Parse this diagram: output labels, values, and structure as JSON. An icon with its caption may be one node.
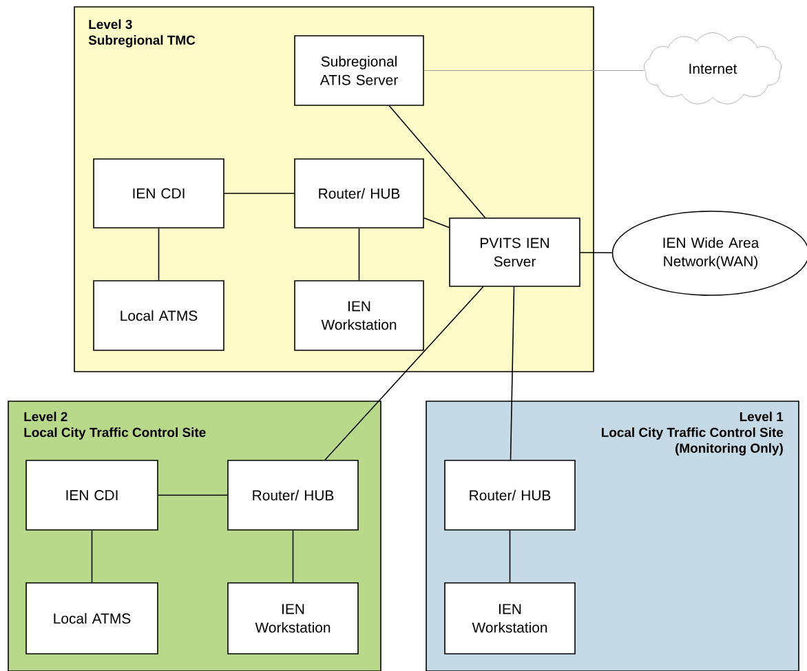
{
  "diagram": {
    "nodes": [
      {
        "text": [
          "Level 3",
          "Subregional TMC"
        ]
      },
      {
        "text": [
          "Subregional ATIS Server"
        ],
        "in": 0
      },
      {
        "text": [
          "Internet"
        ]
      },
      {
        "text": [
          "IEN CDI"
        ],
        "in": 0
      },
      {
        "text": [
          "Router/ HUB"
        ],
        "in": 0
      },
      {
        "text": [
          "PVITS IEN Server"
        ],
        "in": 0
      },
      {
        "text": [
          "IEN Wide Area Network(WAN)"
        ]
      },
      {
        "text": [
          "Local ATMS"
        ],
        "in": 0
      },
      {
        "text": [
          "IEN Workstation"
        ],
        "in": 0
      },
      {
        "text": [
          "Level 2",
          "Local City Traffic Control Site"
        ]
      },
      {
        "text": [
          "IEN CDI"
        ],
        "in": 9
      },
      {
        "text": [
          "Router/ HUB"
        ],
        "in": 9
      },
      {
        "text": [
          "Local ATMS"
        ],
        "in": 9
      },
      {
        "text": [
          "IEN Workstation"
        ],
        "in": 9
      },
      {
        "text": [
          "Level 1",
          "Local City Traffic Control Site",
          "(Monitoring Only)"
        ]
      },
      {
        "text": [
          "Router/ HUB"
        ],
        "in": 14
      },
      {
        "text": [
          "IEN Workstation"
        ],
        "in": 14
      }
    ],
    "edges": [
      {
        "from": 1,
        "to": 2,
        "arrow": "none",
        "color": "#a0a0a0"
      },
      {
        "from": 3,
        "to": 4,
        "arrow": "none"
      },
      {
        "from": 4,
        "to": 5,
        "arrow": "none"
      },
      {
        "from": 1,
        "to": 5,
        "arrow": "none"
      },
      {
        "from": 5,
        "to": 6,
        "arrow": "none"
      },
      {
        "from": 3,
        "to": 7,
        "arrow": "none"
      },
      {
        "from": 4,
        "to": 8,
        "arrow": "none"
      },
      {
        "from": 5,
        "to": 11,
        "arrow": "none"
      },
      {
        "from": 5,
        "to": 15,
        "arrow": "none"
      },
      {
        "from": 10,
        "to": 11,
        "arrow": "none"
      },
      {
        "from": 10,
        "to": 12,
        "arrow": "none"
      },
      {
        "from": 11,
        "to": 13,
        "arrow": "none"
      },
      {
        "from": 15,
        "to": 16,
        "arrow": "none"
      }
    ]
  }
}
